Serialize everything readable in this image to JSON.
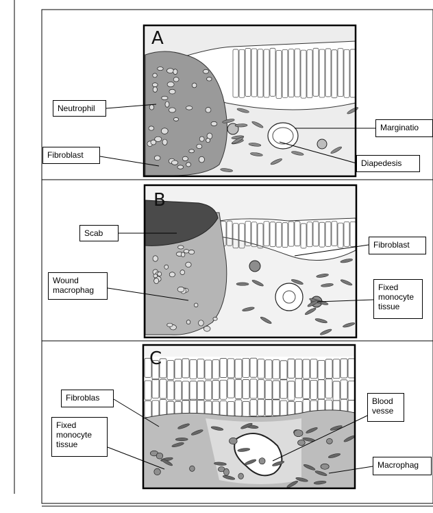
{
  "panels": [
    {
      "letter": "A",
      "labels": [
        "Neutrophil",
        "Fibroblast",
        "Marginatio",
        "Diapedesis"
      ]
    },
    {
      "letter": "B",
      "labels": [
        "Scab",
        "Wound\nmacrophag",
        "Fibroblast",
        "Fixed\nmonocyte\ntissue"
      ]
    },
    {
      "letter": "C",
      "labels": [
        "Fibroblas",
        "Fixed\nmonocyte\ntissue",
        "Blood\nvesse",
        "Macrophag"
      ]
    }
  ],
  "colors": {
    "line": "#000000",
    "tissue": "#cfcfcf",
    "dark_tissue": "#8a8a8a",
    "scab": "#4a4a4a",
    "background": "#ffffff"
  }
}
